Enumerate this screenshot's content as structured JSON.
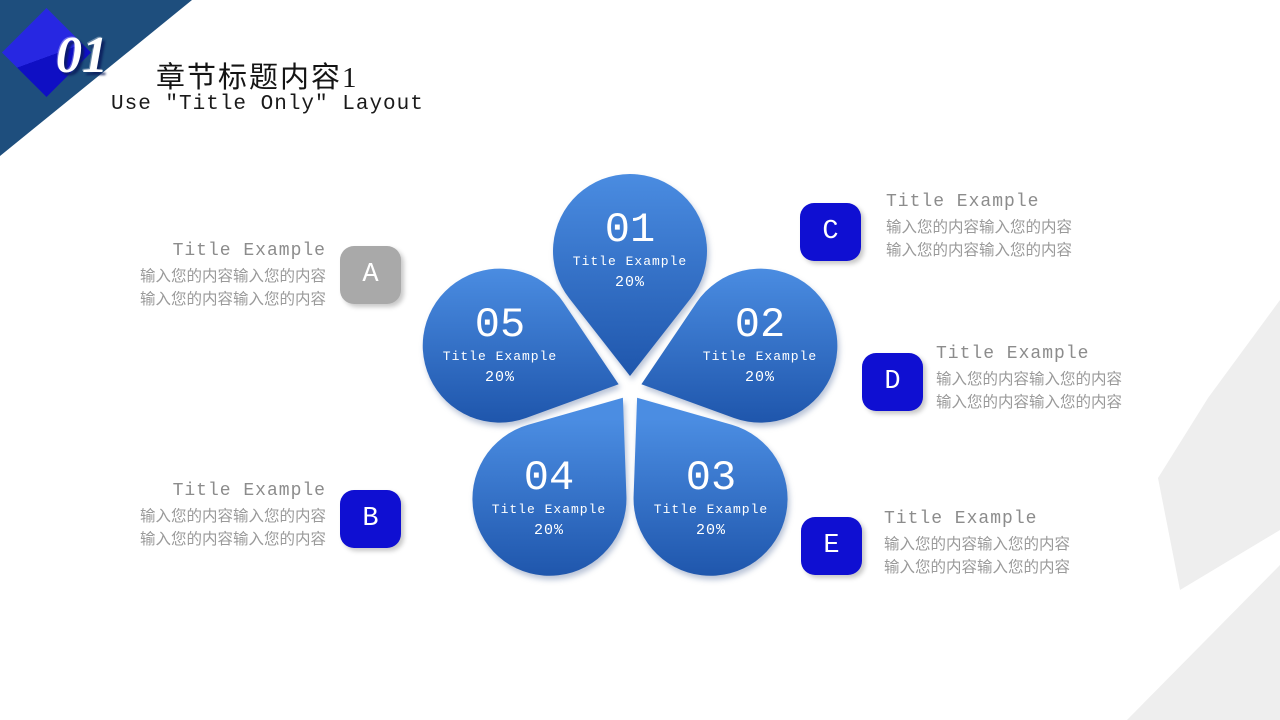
{
  "slide": {
    "section_number": "01",
    "title": "章节标题内容1",
    "subtitle": "Use ″Title Only″ Layout"
  },
  "flower": {
    "petals": [
      {
        "number": "01",
        "title": "Title Example",
        "percent": "20%"
      },
      {
        "number": "02",
        "title": "Title Example",
        "percent": "20%"
      },
      {
        "number": "03",
        "title": "Title Example",
        "percent": "20%"
      },
      {
        "number": "04",
        "title": "Title Example",
        "percent": "20%"
      },
      {
        "number": "05",
        "title": "Title Example",
        "percent": "20%"
      }
    ]
  },
  "callouts": [
    {
      "letter": "A",
      "title": "Title Example",
      "line1": "输入您的内容输入您的内容",
      "line2": "输入您的内容输入您的内容"
    },
    {
      "letter": "B",
      "title": "Title Example",
      "line1": "输入您的内容输入您的内容",
      "line2": "输入您的内容输入您的内容"
    },
    {
      "letter": "C",
      "title": "Title Example",
      "line1": "输入您的内容输入您的内容",
      "line2": "输入您的内容输入您的内容"
    },
    {
      "letter": "D",
      "title": "Title Example",
      "line1": "输入您的内容输入您的内容",
      "line2": "输入您的内容输入您的内容"
    },
    {
      "letter": "E",
      "title": "Title Example",
      "line1": "输入您的内容输入您的内容",
      "line2": "输入您的内容输入您的内容"
    }
  ],
  "colors": {
    "petal_gradient_top": "#4b8de2",
    "petal_gradient_bottom": "#1e55ab",
    "badge_blue": "#0f0fd2",
    "badge_gray": "#a9a9a9",
    "corner_navy": "#1e4e7d",
    "corner_bright_blue": "#1b1bd4",
    "decoration_gray": "#eeeeee",
    "body_text_gray": "#9a9a9a"
  }
}
